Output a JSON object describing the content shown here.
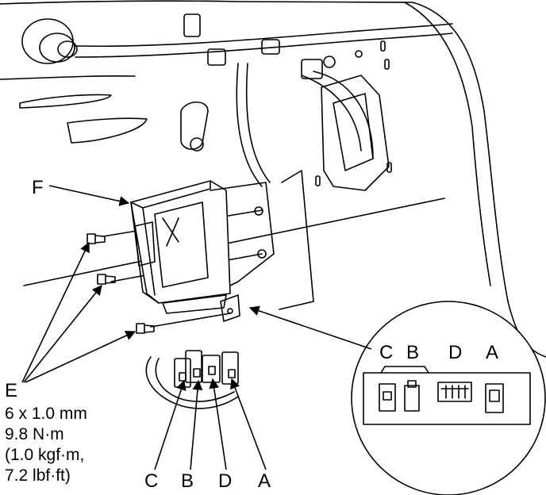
{
  "callouts": {
    "F": "F",
    "E": "E",
    "A": "A",
    "B": "B",
    "C": "C",
    "D": "D"
  },
  "spec": {
    "size": "6 x 1.0 mm",
    "torque_nm": "9.8 N·m",
    "torque_kgf": "(1.0 kgf·m,",
    "torque_lbf": "7.2 lbf·ft)"
  },
  "detail": {
    "C": "C",
    "B": "B",
    "D": "D",
    "A": "A"
  }
}
